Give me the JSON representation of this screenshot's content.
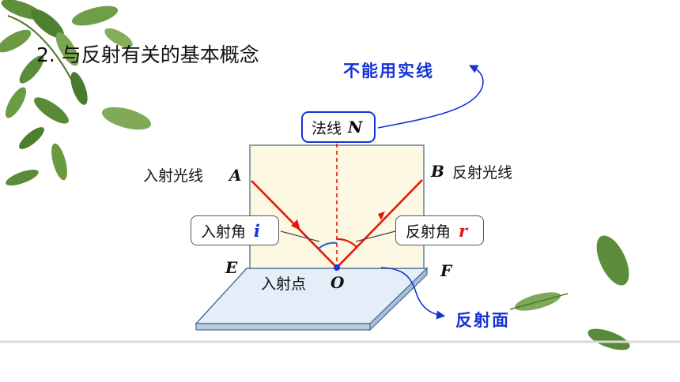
{
  "heading": "2. 与反射有关的基本概念",
  "labels": {
    "normal_text": "法线",
    "normal_letter": "N",
    "incident_ray": "入射光线",
    "incident_letter": "A",
    "reflected_ray": "反射光线",
    "reflected_letter": "B",
    "incident_angle": "入射角",
    "incident_angle_symbol": "i",
    "reflection_angle": "反射角",
    "reflection_angle_symbol": "r",
    "point_E": "E",
    "point_F": "F",
    "incidence_point": "入射点",
    "point_O": "O",
    "reflecting_surface": "反射面",
    "dashed_note": "不能用实线"
  },
  "colors": {
    "ray": "#e8140c",
    "note": "#1533d6",
    "board_fill": "#fdf8e2",
    "mirror_fill": "#e3eef8",
    "incident_angle_arc": "#1f6fd0",
    "reflection_angle_arc": "#e8140c"
  }
}
